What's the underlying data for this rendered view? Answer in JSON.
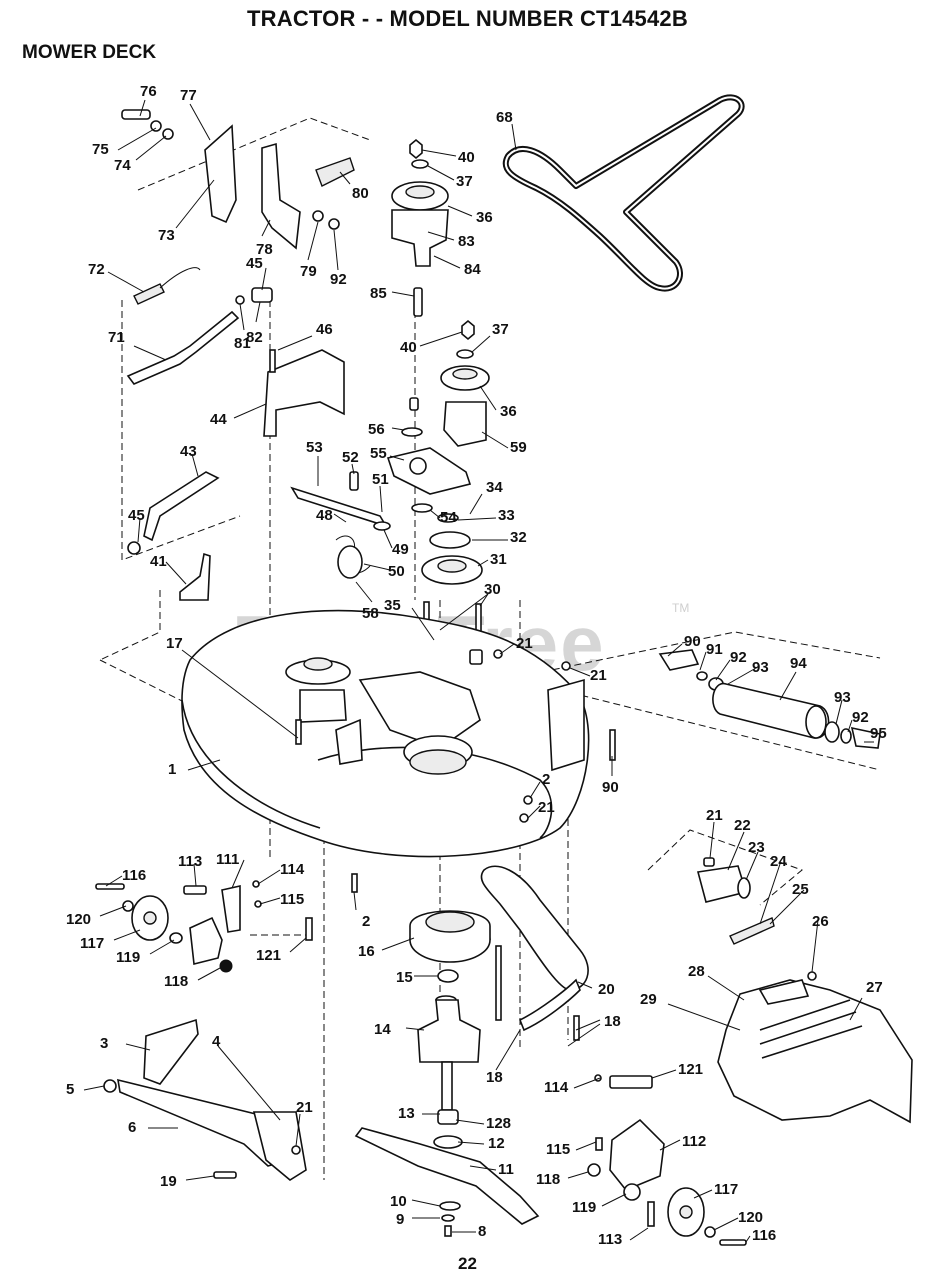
{
  "header": {
    "title": "TRACTOR - - MODEL NUMBER CT14542B",
    "section": "MOWER DECK"
  },
  "watermark": {
    "text": "PartsTree",
    "trademark": "TM"
  },
  "footer": {
    "page_number": "22"
  },
  "callouts": [
    "76",
    "77",
    "75",
    "74",
    "73",
    "78",
    "79",
    "92",
    "80",
    "40",
    "37",
    "36",
    "83",
    "84",
    "85",
    "68",
    "72",
    "45",
    "81",
    "82",
    "71",
    "46",
    "40",
    "37",
    "44",
    "36",
    "56",
    "55",
    "59",
    "53",
    "52",
    "51",
    "34",
    "48",
    "54",
    "33",
    "49",
    "50",
    "32",
    "31",
    "43",
    "45",
    "41",
    "58",
    "35",
    "30",
    "21",
    "17",
    "21",
    "90",
    "91",
    "92",
    "93",
    "94",
    "1",
    "2",
    "21",
    "90",
    "93",
    "92",
    "95",
    "21",
    "22",
    "23",
    "24",
    "25",
    "26",
    "116",
    "113",
    "111",
    "114",
    "115",
    "120",
    "117",
    "119",
    "121",
    "118",
    "2",
    "16",
    "15",
    "20",
    "14",
    "18",
    "18",
    "27",
    "28",
    "29",
    "3",
    "4",
    "5",
    "21",
    "6",
    "13",
    "128",
    "12",
    "11",
    "114",
    "121",
    "115",
    "112",
    "118",
    "119",
    "117",
    "19",
    "10",
    "9",
    "8",
    "113",
    "120",
    "116"
  ]
}
